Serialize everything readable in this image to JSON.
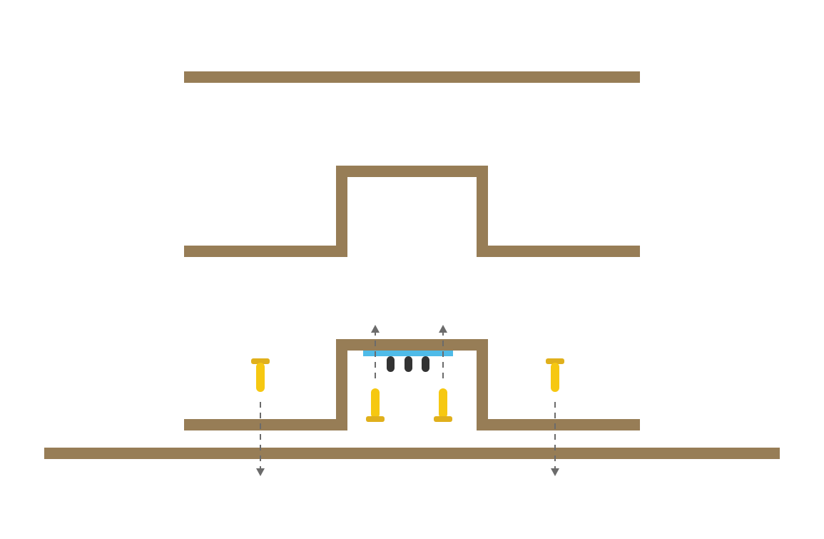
{
  "colors": {
    "background": "#ffffff",
    "strip": "#977d56",
    "screw_head": "#e0b01c",
    "screw_shank": "#f6c811",
    "plate": "#4fbbe8",
    "pins": "#333333",
    "arrow": "#6b6b6b"
  },
  "stages": [
    {
      "name": "flat-strip"
    },
    {
      "name": "bent-strip"
    },
    {
      "name": "mounted-strip-with-screws-and-component"
    }
  ],
  "mounted_stage": {
    "screws": [
      {
        "name": "screw-left-outer",
        "direction": "down"
      },
      {
        "name": "screw-inner-left",
        "direction": "up"
      },
      {
        "name": "screw-inner-right",
        "direction": "up"
      },
      {
        "name": "screw-right-outer",
        "direction": "down"
      }
    ],
    "component": {
      "name": "pcb-plate",
      "pin_count": 3
    }
  }
}
